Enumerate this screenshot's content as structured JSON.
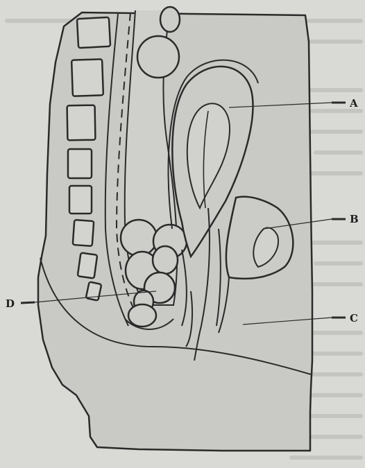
{
  "figure": {
    "labels": {
      "a": "A",
      "b": "B",
      "c": "C",
      "d": "D"
    },
    "colors": {
      "page": "#d9d9d6",
      "paper": "#c9c9c5",
      "ink": "#2a2a2a",
      "bleed_text": "#a8a8a4"
    }
  }
}
